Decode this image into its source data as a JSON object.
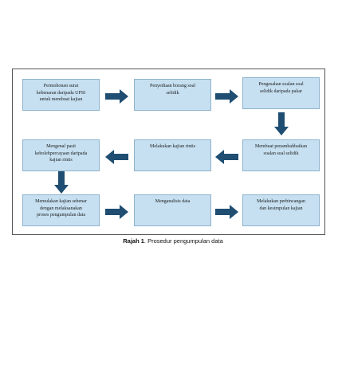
{
  "diagram": {
    "boxes": [
      {
        "id": "b1",
        "text": "Permohonan surat\nkebenaran daripada UPSI\nuntuk membuat kajian"
      },
      {
        "id": "b2",
        "text": "Penyediaan borang soal\nselidik"
      },
      {
        "id": "b3",
        "text": "Pengesahan soalan soal\nselidik daripada pakar"
      },
      {
        "id": "b4",
        "text": "Membuat penambahbaikan\nsoalan soal selidik"
      },
      {
        "id": "b5",
        "text": "Melakukan kajian rintis"
      },
      {
        "id": "b6",
        "text": "Mengenal pasti\nkebolehpercayaan daripada\nkajian rintis"
      },
      {
        "id": "b7",
        "text": "Memulakan kajian sebenar\ndengan melaksanakan\nproses pengumpulan data"
      },
      {
        "id": "b8",
        "text": "Menganalisis data"
      },
      {
        "id": "b9",
        "text": "Melakukan perbincangan\ndan kesimpulan kajian"
      }
    ],
    "edges": [
      {
        "from": "b1",
        "to": "b2"
      },
      {
        "from": "b2",
        "to": "b3"
      },
      {
        "from": "b3",
        "to": "b4"
      },
      {
        "from": "b4",
        "to": "b5"
      },
      {
        "from": "b5",
        "to": "b6"
      },
      {
        "from": "b6",
        "to": "b7"
      },
      {
        "from": "b7",
        "to": "b8"
      },
      {
        "from": "b8",
        "to": "b9"
      }
    ],
    "colors": {
      "box_fill": "#c6e0f1",
      "box_border": "#8fb3cc",
      "arrow": "#1f4e72"
    }
  },
  "caption": {
    "label": "Rajah 1",
    "text": ". Prosedur pengumpulan data"
  }
}
